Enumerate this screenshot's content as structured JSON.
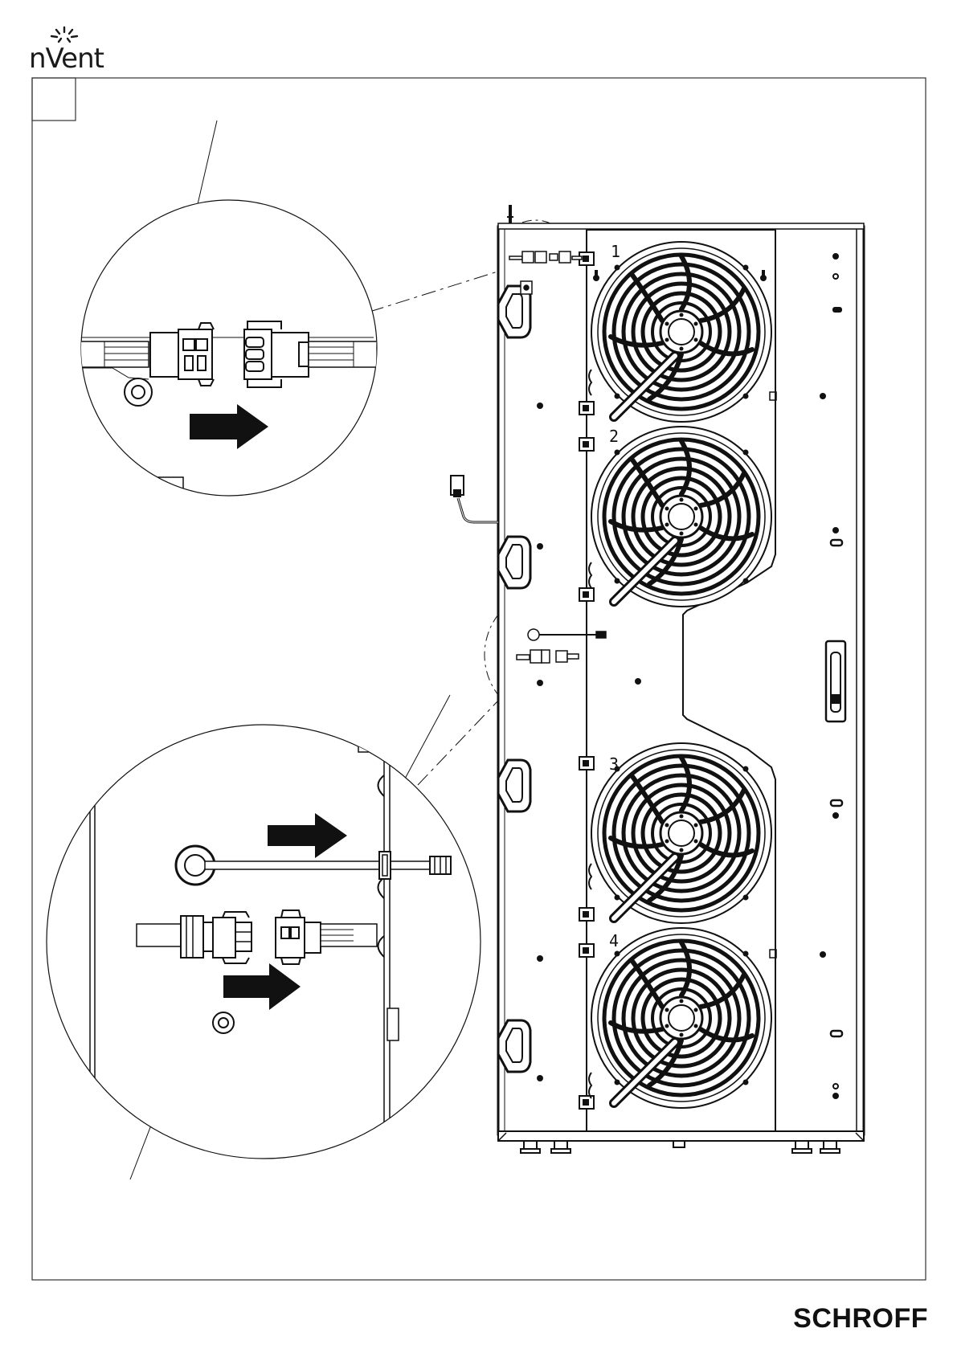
{
  "header": {
    "logo_text": "nVent"
  },
  "footer": {
    "brand": "SCHROFF"
  },
  "diagram": {
    "fan_numbers": [
      "1",
      "2",
      "3",
      "4"
    ]
  },
  "icons": [
    "nvent-logo-icon",
    "arrow-right-icon",
    "connector-icon",
    "cable-icon",
    "fan-icon",
    "handle-icon"
  ],
  "colors": {
    "line": "#111111",
    "background": "#ffffff",
    "fan_grille": "#1a1a1a"
  }
}
